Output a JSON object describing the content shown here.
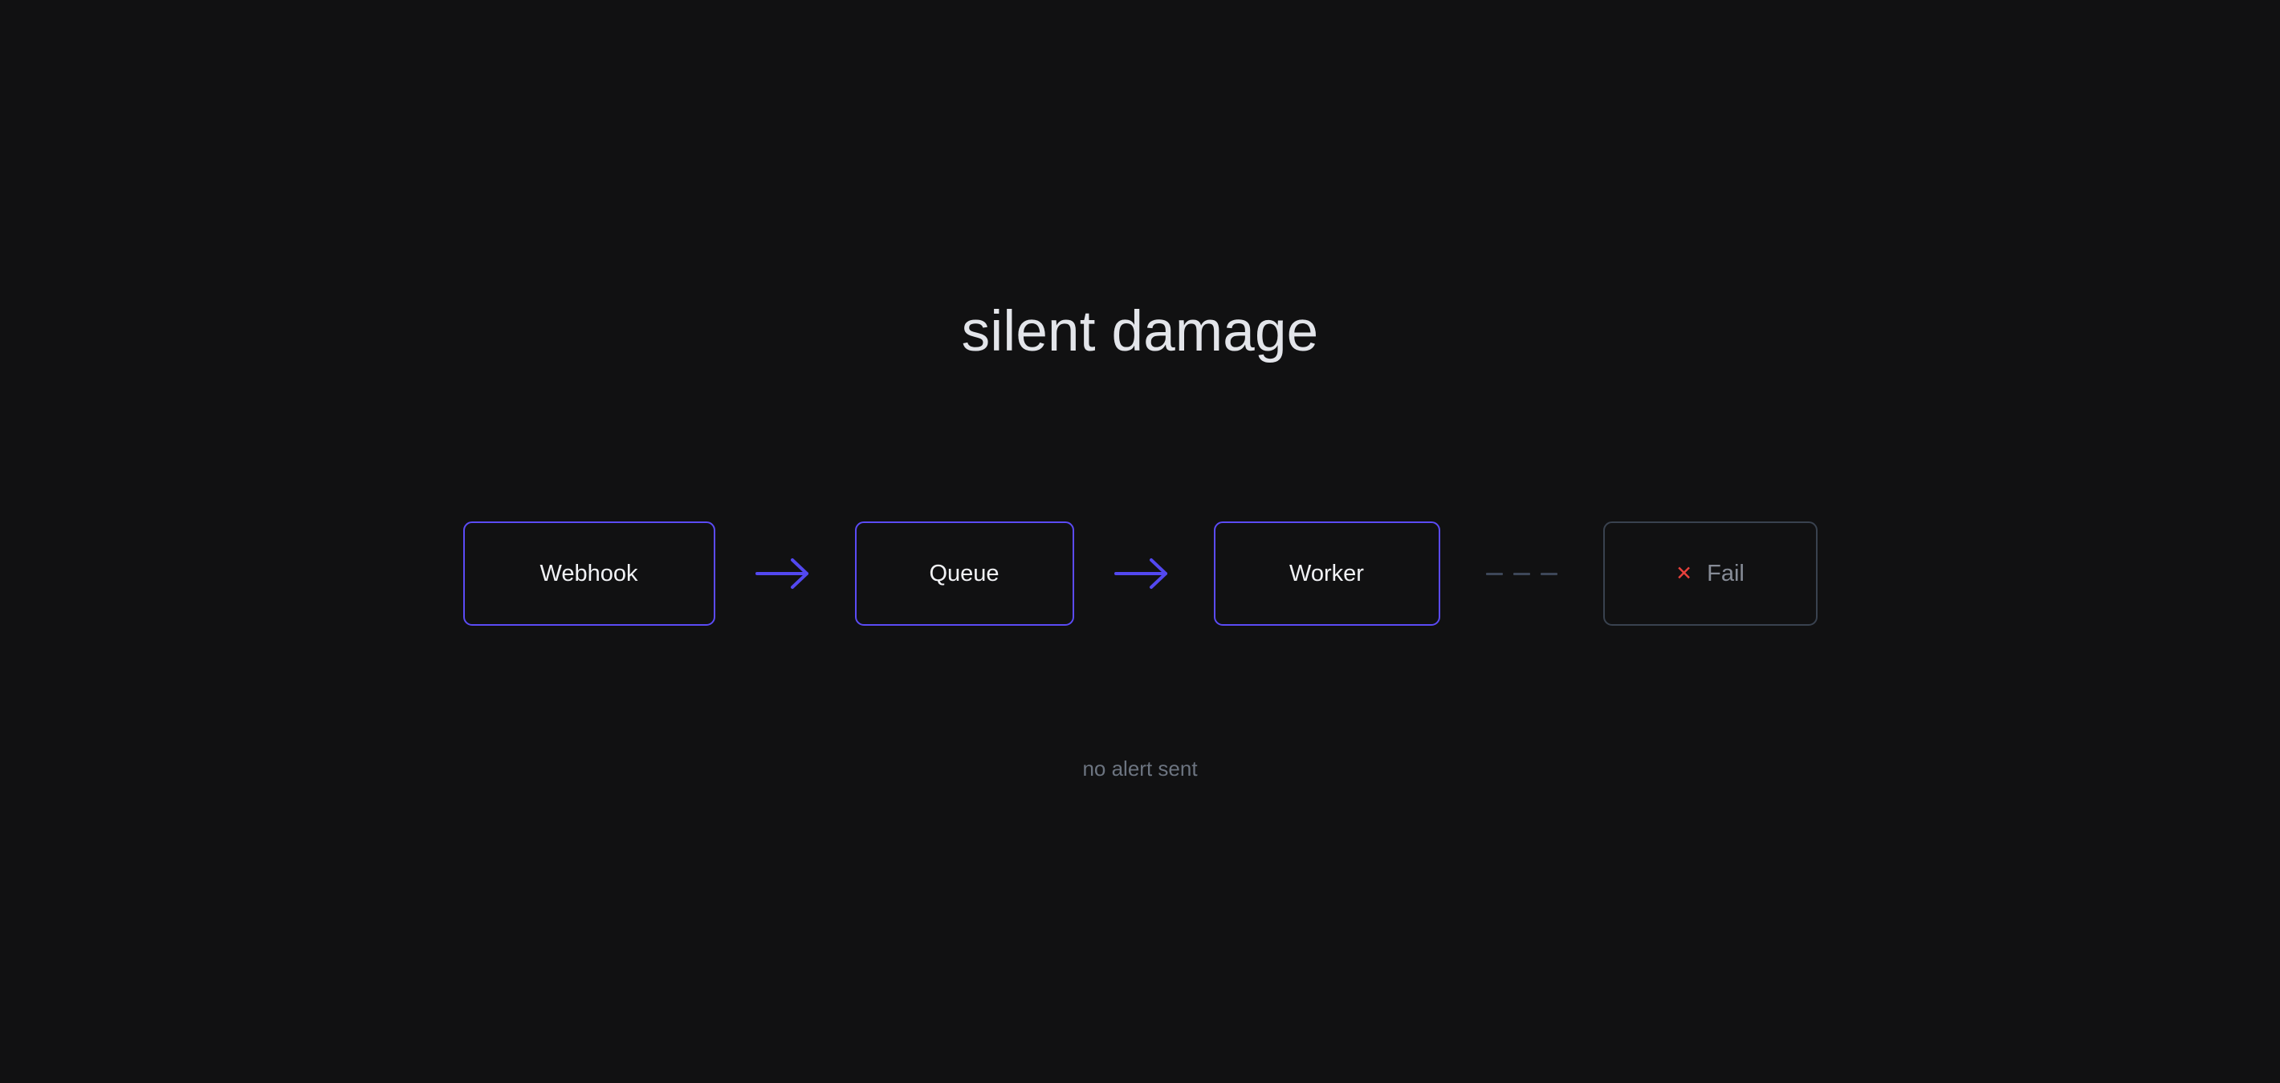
{
  "page": {
    "title": "silent damage",
    "background_color": "#111112",
    "title_color": "#e3e5ea"
  },
  "pipeline": {
    "accent_color": "#5b4bf5",
    "muted_color": "#39424f",
    "fail_color": "#e8413c",
    "nodes": [
      {
        "id": "webhook",
        "label": "Webhook",
        "state": "active"
      },
      {
        "id": "queue",
        "label": "Queue",
        "state": "active"
      },
      {
        "id": "worker",
        "label": "Worker",
        "state": "active"
      },
      {
        "id": "fail",
        "label": "Fail",
        "state": "failed",
        "icon": "x-mark",
        "icon_glyph": "✕"
      }
    ],
    "connectors": [
      {
        "id": "webhook-to-queue",
        "type": "arrow",
        "icon": "arrow-right-icon"
      },
      {
        "id": "queue-to-worker",
        "type": "arrow",
        "icon": "arrow-right-icon"
      },
      {
        "id": "worker-to-fail",
        "type": "dashed",
        "icon": "dashed-line-icon",
        "dash_count": 3
      }
    ]
  },
  "caption": {
    "text": "no alert sent",
    "color": "#6c7480"
  }
}
